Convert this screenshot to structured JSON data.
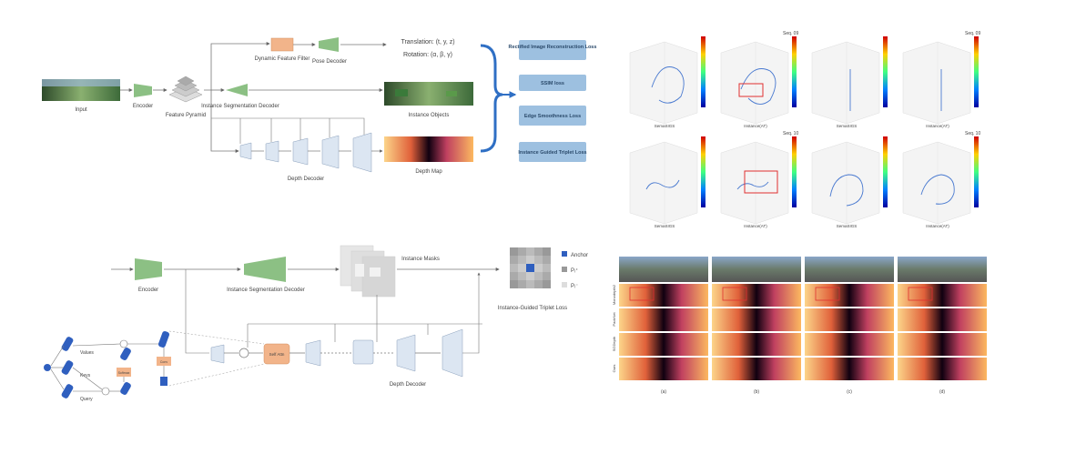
{
  "pipeline": {
    "input_label": "Input",
    "encoder_label": "Encoder",
    "feature_pyramid_label": "Feature Pyramid",
    "pose_filter_label": "Dynamic Feature Filter",
    "pose_decoder_label": "Pose Decoder",
    "translation_label": "Translation: (t, y, z)",
    "rotation_label": "Rotation: (α, β, γ)",
    "seg_decoder_label": "Instance Segmentation Decoder",
    "instance_objects_label": "Instance Objects",
    "depth_decoder_label": "Depth Decoder",
    "depth_map_label": "Depth Map",
    "losses": [
      "Rectified Image Reconstruction Loss",
      "SSIM loss",
      "Edge Smoothness Loss",
      "Instance Guided Triplet Loss"
    ]
  },
  "trajectories": {
    "seq_labels": [
      "Seq. 09",
      "Seq. 09",
      "Seq. 10",
      "Seq. 10"
    ],
    "plot_captions": [
      "SemaSIGS",
      "Instance(AT)",
      "SemaSIGS",
      "Instance(AT)",
      "SemaSIGS",
      "Instance(AT)",
      "SemaSIGS",
      "Instance(AT)"
    ]
  },
  "architecture": {
    "encoder_label": "Encoder",
    "seg_decoder_label": "Instance Segmentation Decoder",
    "instance_masks_label": "Instance Masks",
    "depth_decoder_label": "Depth Decoder",
    "triplet_label": "Instance-Guided Triplet Loss",
    "legend_anchor": "Anchor",
    "legend_pos": "Pᵢ⁺",
    "legend_neg": "Pᵢ⁻",
    "attn_inputs": [
      "Values",
      "Keys",
      "Query"
    ],
    "attn_ops": [
      "Softmax",
      "Conv"
    ],
    "block_label": "Self Attn"
  },
  "depth_comparison": {
    "row_labels": [
      "Monodepth2",
      "PackNet",
      "SGDepth",
      "Ours"
    ],
    "col_labels": [
      "(a)",
      "(b)",
      "(c)",
      "(d)"
    ]
  },
  "colors": {
    "encoder_green": "#8cc084",
    "loss_blue": "#9dc0e0",
    "arrow_blue": "#2f6fc4",
    "attention_blue": "#2f5fbf",
    "orange": "#f2b48a"
  }
}
